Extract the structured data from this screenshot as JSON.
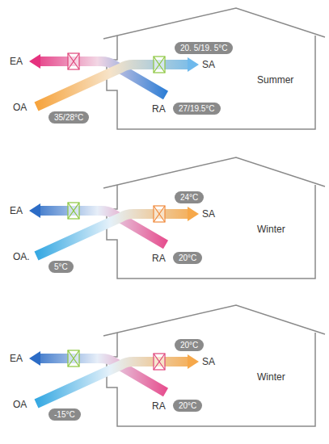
{
  "diagram": {
    "nodes": [
      {
        "text": [
          "20. 5/19. 5°C"
        ]
      },
      {
        "text": [
          "35/28°C"
        ]
      },
      {
        "text": [
          "27/19.5°C"
        ]
      },
      {
        "text": [
          "24°C"
        ]
      },
      {
        "text": [
          "5°C"
        ]
      },
      {
        "text": [
          "20°C"
        ]
      },
      {
        "text": [
          "20°C"
        ]
      },
      {
        "text": [
          "-15°C"
        ]
      },
      {
        "text": [
          "20°C"
        ]
      }
    ],
    "labels": [
      "EA",
      "SA",
      "Summer",
      "OA",
      "RA",
      "EA",
      "SA",
      "Winter",
      "OA.",
      "RA",
      "EA",
      "SA",
      "Winter",
      "OA",
      "RA"
    ]
  }
}
